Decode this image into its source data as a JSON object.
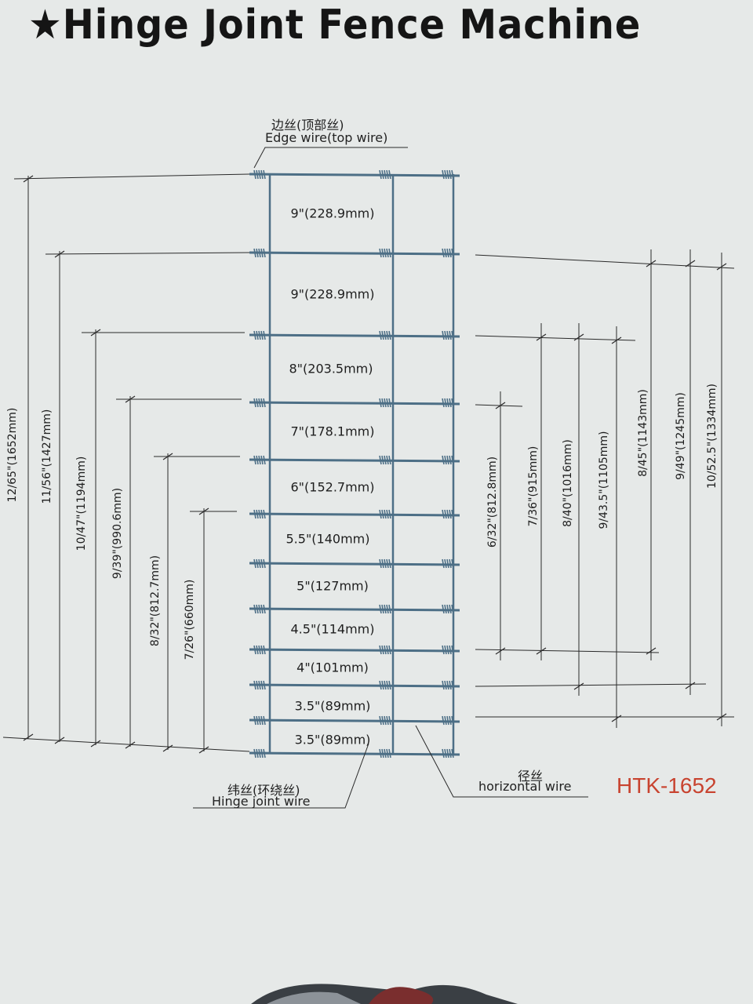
{
  "title": "★Hinge Joint Fence Machine",
  "model": "HTK-1652",
  "colors": {
    "background": "#e6e9e8",
    "wire": "#4d6f86",
    "dimension_line": "#2a2a2a",
    "model_text": "#c8432f"
  },
  "labels": {
    "edge_wire_cn": "边丝(顶部丝)",
    "edge_wire_en": "Edge wire(top wire)",
    "hinge_joint_cn": "纬丝(环绕丝)",
    "hinge_joint_en": "Hinge joint wire",
    "horizontal_cn": "径丝",
    "horizontal_en": "horizontal wire"
  },
  "spacings": [
    "9\"(228.9mm)",
    "9\"(228.9mm)",
    "8\"(203.5mm)",
    "7\"(178.1mm)",
    "6\"(152.7mm)",
    "5.5\"(140mm)",
    "5\"(127mm)",
    "4.5\"(114mm)",
    "4\"(101mm)",
    "3.5\"(89mm)",
    "3.5\"(89mm)"
  ],
  "left_dimensions": [
    "12/65\"(1652mm)",
    "11/56\"(1427mm)",
    "10/47\"(1194mm)",
    "9/39\"(990.6mm)",
    "8/32\"(812.7mm)",
    "7/26\"(660mm)"
  ],
  "right_dimensions": [
    "6/32\"(812.8mm)",
    "7/36\"(915mm)",
    "8/40\"(1016mm)",
    "9/43.5\"(1105mm)",
    "8/45\"(1143mm)",
    "9/49\"(1245mm)",
    "10/52.5\"(1334mm)"
  ]
}
